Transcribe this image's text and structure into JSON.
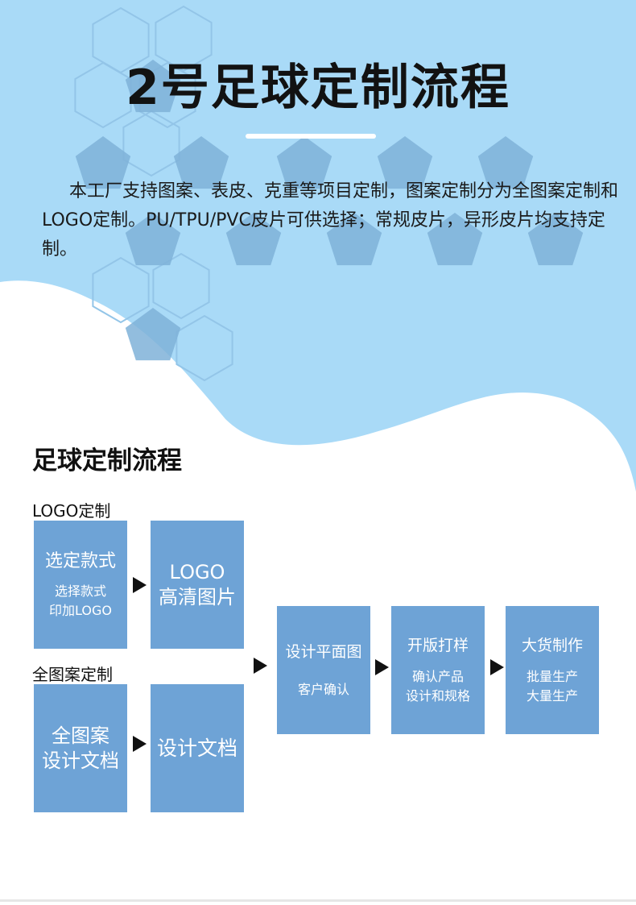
{
  "colors": {
    "header_bg": "#a9daf7",
    "hexagon_outline": "#93c5e8",
    "hexagon_fill": "#7fb2d8",
    "box_fill": "#6ea3d6",
    "arrow": "#111111"
  },
  "header": {
    "title": "2号足球定制流程",
    "intro": "本工厂支持图案、表皮、克重等项目定制，图案定制分为全图案定制和LOGO定制。PU/TPU/PVC皮片可供选择；常规皮片，异形皮片均支持定制。"
  },
  "section": {
    "title": "足球定制流程"
  },
  "flow": {
    "logo_label": "LOGO定制",
    "full_label": "全图案定制",
    "logo_box1": {
      "main": "选定款式",
      "sub1": "选择款式",
      "sub2": "印加LOGO"
    },
    "logo_box2": {
      "line1": "LOGO",
      "line2": "高清图片"
    },
    "full_box1": {
      "line1": "全图案",
      "line2": "设计文档"
    },
    "full_box2": {
      "line1": "设计文档"
    },
    "step1": {
      "main": "设计平面图",
      "sub1": "客户确认"
    },
    "step2": {
      "main": "开版打样",
      "sub1": "确认产品",
      "sub2": "设计和规格"
    },
    "step3": {
      "main": "大货制作",
      "sub1": "批量生产",
      "sub2": "大量生产"
    }
  }
}
